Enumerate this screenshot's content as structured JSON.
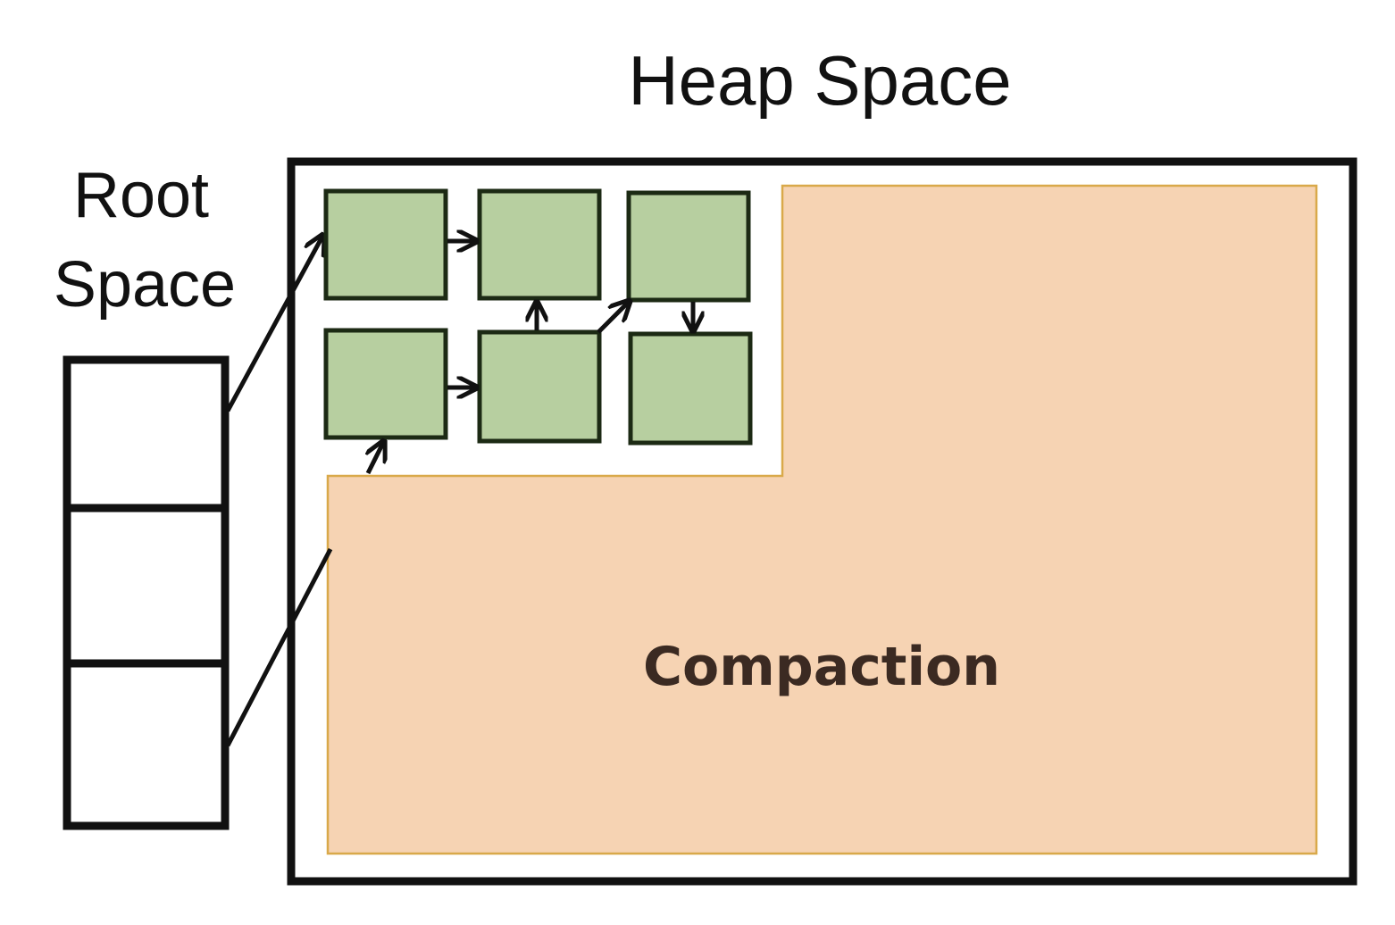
{
  "heap": {
    "title": "Heap Space"
  },
  "root": {
    "title_line1": "Root",
    "title_line2": "Space",
    "slot_count": 3
  },
  "compaction": {
    "label": "Compaction"
  },
  "colors": {
    "object_fill": "#b7cfa0",
    "object_stroke": "#1c2a14",
    "compaction_fill": "#f6d3b3",
    "compaction_stroke": "#d9a94a",
    "line": "#111111",
    "background": "#ffffff"
  },
  "objects": [
    {
      "id": "obj-1"
    },
    {
      "id": "obj-2"
    },
    {
      "id": "obj-3"
    },
    {
      "id": "obj-4"
    },
    {
      "id": "obj-5"
    },
    {
      "id": "obj-6"
    }
  ],
  "references": [
    {
      "from": "root-slot-1",
      "to": "obj-1"
    },
    {
      "from": "root-slot-3",
      "to": "obj-4"
    },
    {
      "from": "obj-1",
      "to": "obj-2"
    },
    {
      "from": "obj-4",
      "to": "obj-5"
    },
    {
      "from": "obj-5",
      "to": "obj-2"
    },
    {
      "from": "obj-5",
      "to": "obj-3"
    },
    {
      "from": "obj-3",
      "to": "obj-6"
    }
  ]
}
